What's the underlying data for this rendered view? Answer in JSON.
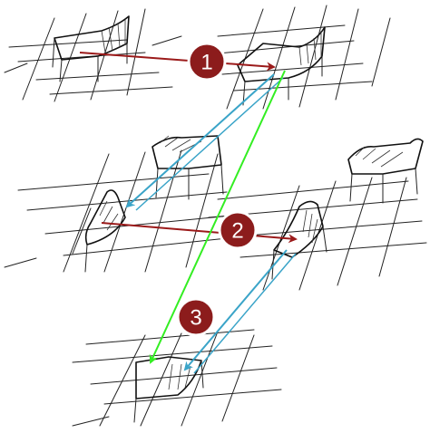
{
  "colors": {
    "sketch": "#222222",
    "red_arrow": "#9b1a1a",
    "blue_arrow": "#3aa4c8",
    "green_arrow": "#33ee22",
    "badge_fill": "#8c1c1c",
    "badge_text": "#ffffff",
    "background": "#ffffff"
  },
  "badges": [
    {
      "id": "1",
      "label": "1"
    },
    {
      "id": "2",
      "label": "2"
    },
    {
      "id": "3",
      "label": "3"
    }
  ],
  "arrows": [
    {
      "id": "red-arrow-1",
      "color": "red_arrow",
      "meaning": "translation"
    },
    {
      "id": "red-arrow-2",
      "color": "red_arrow",
      "meaning": "translation"
    },
    {
      "id": "blue-arrow-1",
      "color": "blue_arrow"
    },
    {
      "id": "blue-arrow-2",
      "color": "blue_arrow"
    },
    {
      "id": "green-arrow",
      "color": "green_arrow"
    }
  ],
  "icons": [
    "grid-sketch",
    "sheet-sketch",
    "box-sketch",
    "arrow"
  ]
}
